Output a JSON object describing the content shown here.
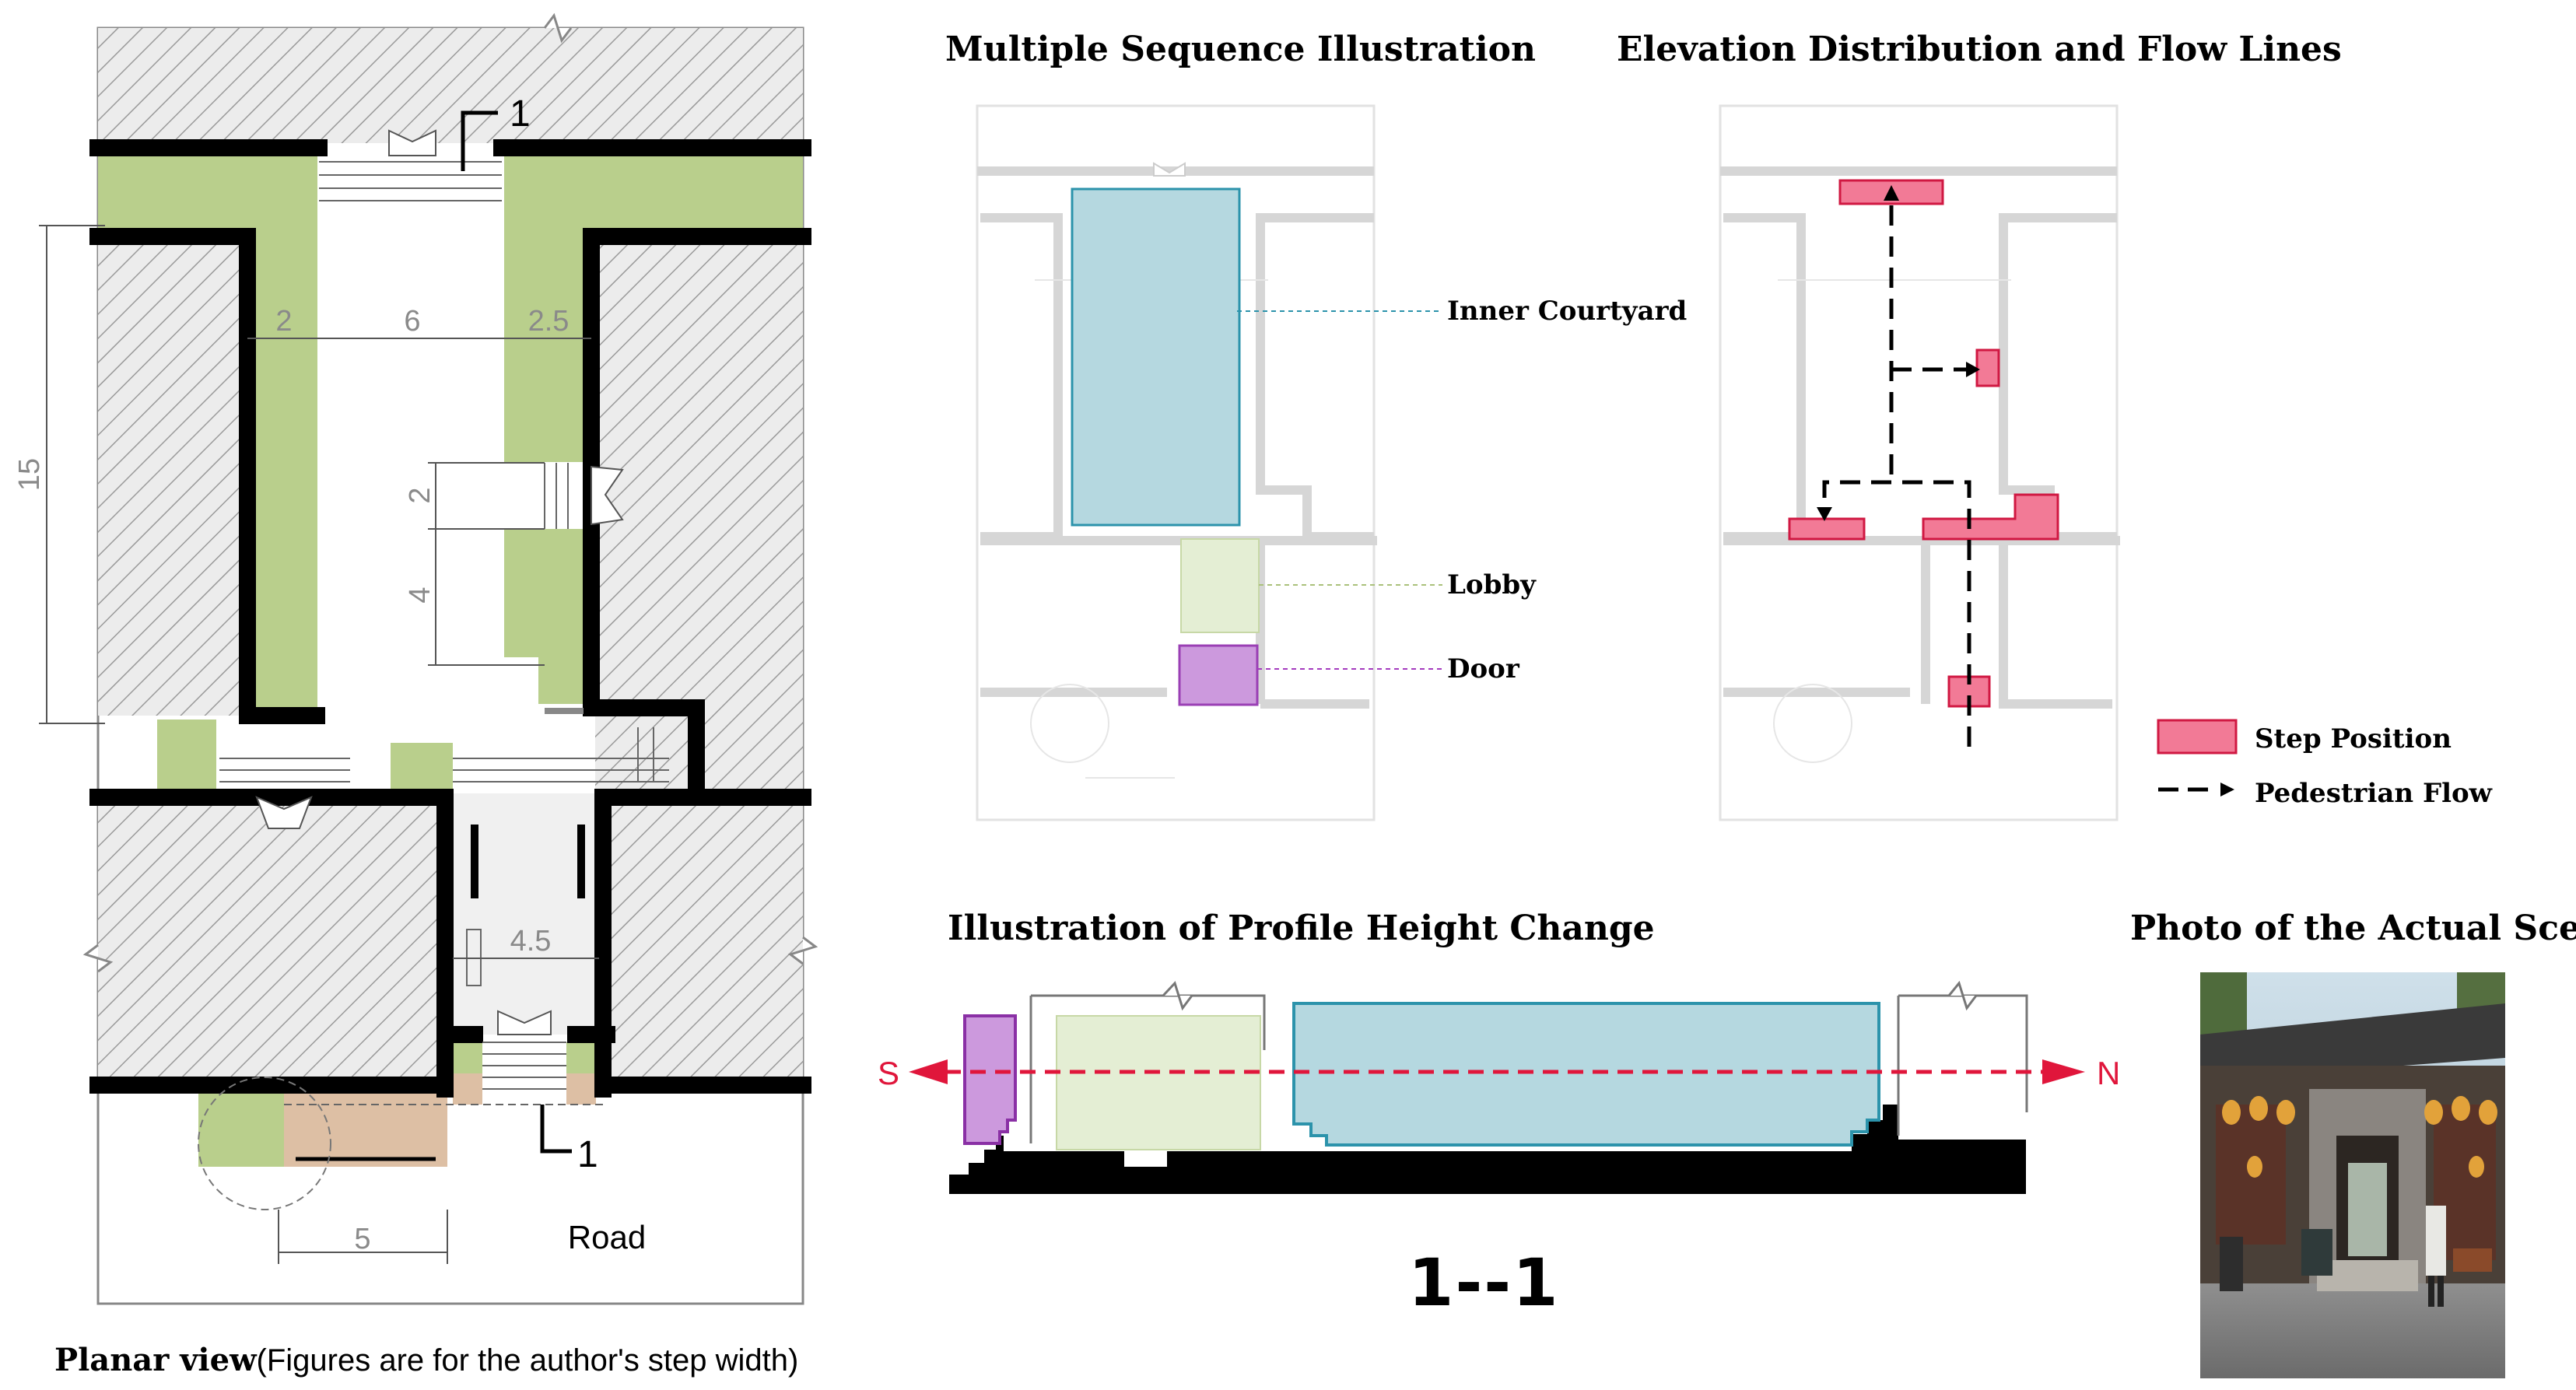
{
  "plan": {
    "caption_bold": "Planar view",
    "caption_rest": "(Figures are for the author's step width)",
    "dims": [
      "2",
      "6",
      "2.5",
      "15",
      "2",
      "4",
      "4.5",
      "5"
    ],
    "section_marks": [
      "1",
      "1"
    ],
    "road_label": "Road"
  },
  "sequence": {
    "title": "Multiple Sequence Illustration",
    "labels": {
      "inner_courtyard": "Inner Courtyard",
      "lobby": "Lobby",
      "door": "Door"
    },
    "colors": {
      "inner_courtyard": "#b5d8e0",
      "lobby": "#e4eed4",
      "door": "#cc99dd"
    }
  },
  "elevation": {
    "title": "Elevation Distribution and Flow Lines",
    "legend": {
      "step_position": "Step Position",
      "pedestrian_flow": "Pedestrian Flow"
    },
    "colors": {
      "step": "#f27a96"
    }
  },
  "profile": {
    "title": "Illustration of Profile Height Change",
    "south": "S",
    "north": "N",
    "section_label": "1--1"
  },
  "photo": {
    "title": "Photo of the Actual Scene"
  },
  "colors": {
    "green": "#b9cf8c",
    "tan": "#ddbfa4",
    "hatch": "#c8c8c8",
    "red": "#e0163b"
  }
}
